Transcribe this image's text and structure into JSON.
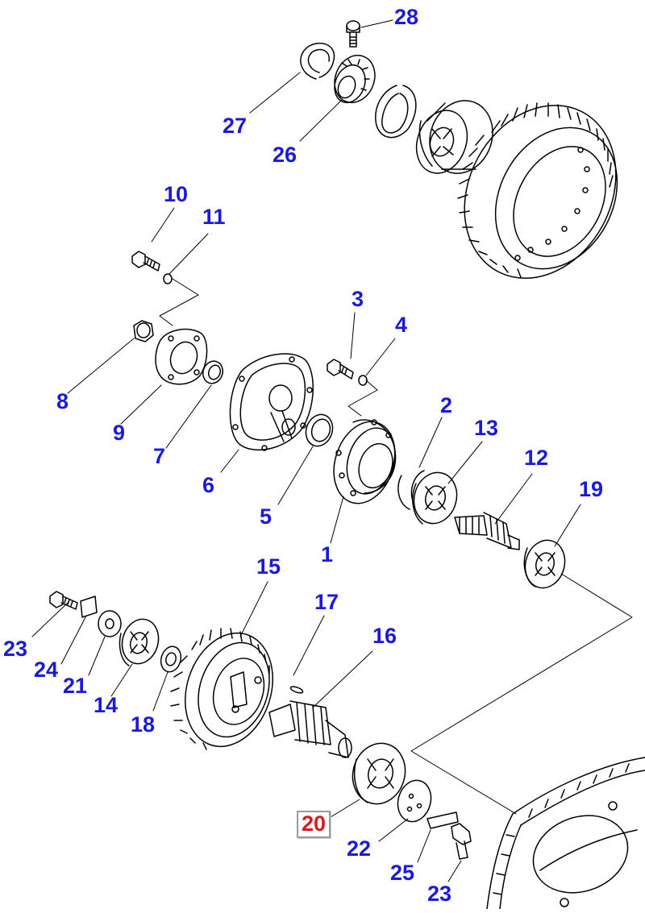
{
  "colors": {
    "callout": "#1a1adf",
    "callout_highlight": "#d81c1c",
    "line_art": "#000000",
    "background": "#ffffff"
  },
  "parts": [
    {
      "id": "p28",
      "label": "28"
    },
    {
      "id": "p27",
      "label": "27"
    },
    {
      "id": "p26",
      "label": "26"
    },
    {
      "id": "p10",
      "label": "10"
    },
    {
      "id": "p11",
      "label": "11"
    },
    {
      "id": "p3",
      "label": "3"
    },
    {
      "id": "p4",
      "label": "4"
    },
    {
      "id": "p8",
      "label": "8"
    },
    {
      "id": "p9",
      "label": "9"
    },
    {
      "id": "p7",
      "label": "7"
    },
    {
      "id": "p6",
      "label": "6"
    },
    {
      "id": "p5",
      "label": "5"
    },
    {
      "id": "p2",
      "label": "2"
    },
    {
      "id": "p13",
      "label": "13"
    },
    {
      "id": "p12",
      "label": "12"
    },
    {
      "id": "p19",
      "label": "19"
    },
    {
      "id": "p1",
      "label": "1"
    },
    {
      "id": "p15",
      "label": "15"
    },
    {
      "id": "p17",
      "label": "17"
    },
    {
      "id": "p16",
      "label": "16"
    },
    {
      "id": "p23a",
      "label": "23"
    },
    {
      "id": "p24",
      "label": "24"
    },
    {
      "id": "p21",
      "label": "21"
    },
    {
      "id": "p14",
      "label": "14"
    },
    {
      "id": "p18",
      "label": "18"
    },
    {
      "id": "p20",
      "label": "20",
      "highlighted": true
    },
    {
      "id": "p22",
      "label": "22"
    },
    {
      "id": "p25",
      "label": "25"
    },
    {
      "id": "p23b",
      "label": "23"
    }
  ]
}
